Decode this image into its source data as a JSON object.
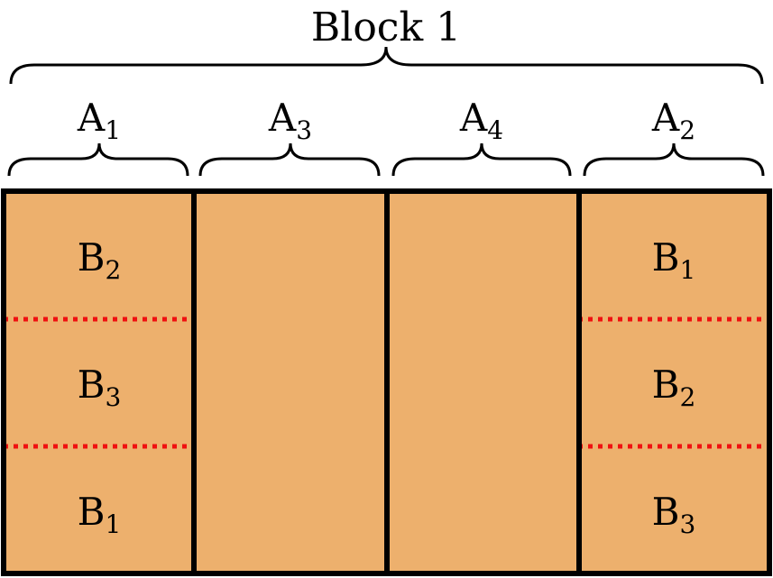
{
  "block_label": "Block 1",
  "fill_color": "#EDB06D",
  "border_color": "#000000",
  "divider_color": "#F01010",
  "columns": [
    {
      "base": "A",
      "sub": "1",
      "cells": [
        {
          "base": "B",
          "sub": "2"
        },
        {
          "base": "B",
          "sub": "3"
        },
        {
          "base": "B",
          "sub": "1"
        }
      ]
    },
    {
      "base": "A",
      "sub": "3",
      "cells": []
    },
    {
      "base": "A",
      "sub": "4",
      "cells": []
    },
    {
      "base": "A",
      "sub": "2",
      "cells": [
        {
          "base": "B",
          "sub": "1"
        },
        {
          "base": "B",
          "sub": "2"
        },
        {
          "base": "B",
          "sub": "3"
        }
      ]
    }
  ]
}
